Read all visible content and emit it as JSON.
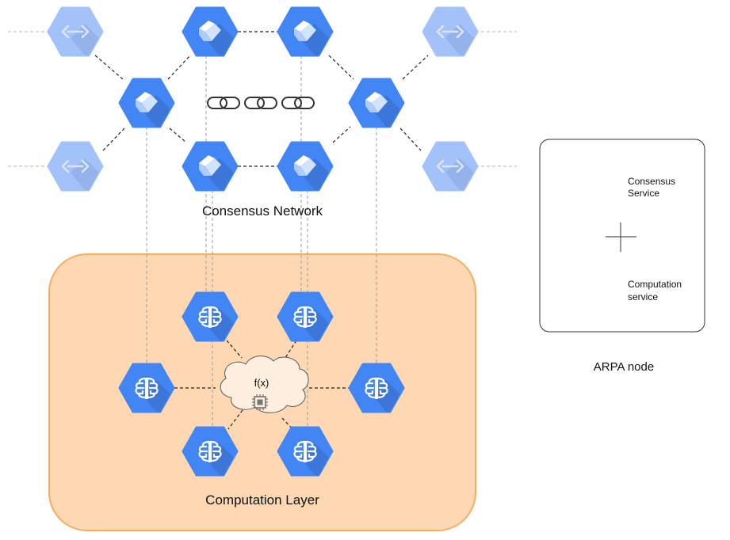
{
  "colors": {
    "hex_primary": "#4285f4",
    "hex_shadow": "#3b76d8",
    "hex_faded": "#a3c2fa",
    "hex_faded_shadow": "#94b3ea",
    "cube_light": "#ffffff",
    "cube_mid": "#d2e3fc",
    "cube_dark": "#aecbfa",
    "layer_fill": "#fdd8b2",
    "layer_stroke": "#f5ad62",
    "cloud_fill": "#fdeee0",
    "cloud_stroke": "#5a5a5a",
    "chip": "#757575"
  },
  "consensus_network": {
    "label": "Consensus Network",
    "nodes": [
      {
        "id": "c1",
        "type": "consensus"
      },
      {
        "id": "c2",
        "type": "consensus"
      },
      {
        "id": "c3",
        "type": "consensus"
      },
      {
        "id": "c4",
        "type": "consensus"
      },
      {
        "id": "c5",
        "type": "consensus"
      },
      {
        "id": "c6",
        "type": "consensus"
      }
    ],
    "external_nodes": [
      {
        "id": "e1",
        "type": "endpoint"
      },
      {
        "id": "e2",
        "type": "endpoint"
      },
      {
        "id": "e3",
        "type": "endpoint"
      },
      {
        "id": "e4",
        "type": "endpoint"
      }
    ],
    "chain_links": 3
  },
  "computation_layer": {
    "label": "Computation Layer",
    "nodes": [
      {
        "id": "p1",
        "type": "computation"
      },
      {
        "id": "p2",
        "type": "computation"
      },
      {
        "id": "p3",
        "type": "computation"
      },
      {
        "id": "p4",
        "type": "computation"
      },
      {
        "id": "p5",
        "type": "computation"
      },
      {
        "id": "p6",
        "type": "computation"
      }
    ],
    "function_cloud": {
      "label": "f(x)",
      "icon": "chip-icon"
    }
  },
  "legend": {
    "title": "ARPA node",
    "items": [
      {
        "icon": "cube-icon",
        "line1": "Consensus",
        "line2": "Service"
      },
      {
        "icon": "brain-icon",
        "line1": "Computation",
        "line2": "service"
      }
    ],
    "combinator": "+"
  }
}
